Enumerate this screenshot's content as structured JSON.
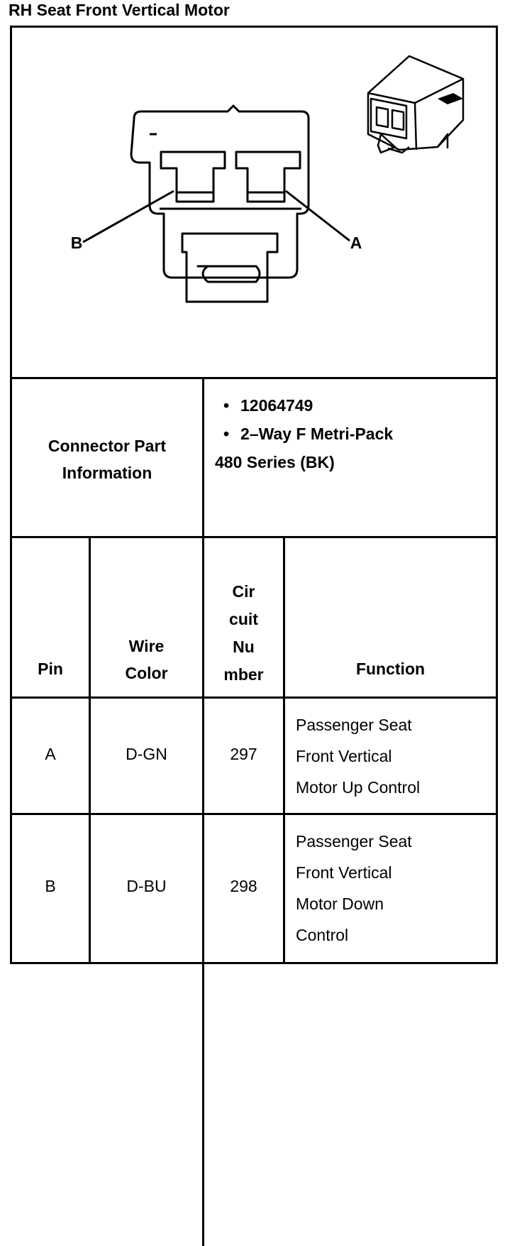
{
  "title": "RH Seat Front Vertical Motor",
  "diagram": {
    "label_b": "B",
    "label_a": "A"
  },
  "connector_info": {
    "label_line1": "Connector Part",
    "label_line2": "Information",
    "part_number": "12064749",
    "description_line1": "2–Way F Metri-Pack",
    "description_line2": "480 Series (BK)",
    "bullet": "•"
  },
  "table": {
    "headers": {
      "pin": "Pin",
      "wire_color_1": "Wire",
      "wire_color_2": "Color",
      "circuit_1": "Cir",
      "circuit_2": "cuit",
      "circuit_3": "Nu",
      "circuit_4": "mber",
      "function": "Function"
    },
    "rows": [
      {
        "pin": "A",
        "wire_color": "D-GN",
        "circuit": "297",
        "function_lines": [
          "Passenger Seat",
          "Front Vertical",
          "Motor Up Control"
        ]
      },
      {
        "pin": "B",
        "wire_color": "D-BU",
        "circuit": "298",
        "function_lines": [
          "Passenger Seat",
          "Front Vertical",
          "Motor Down",
          "Control"
        ]
      }
    ]
  }
}
